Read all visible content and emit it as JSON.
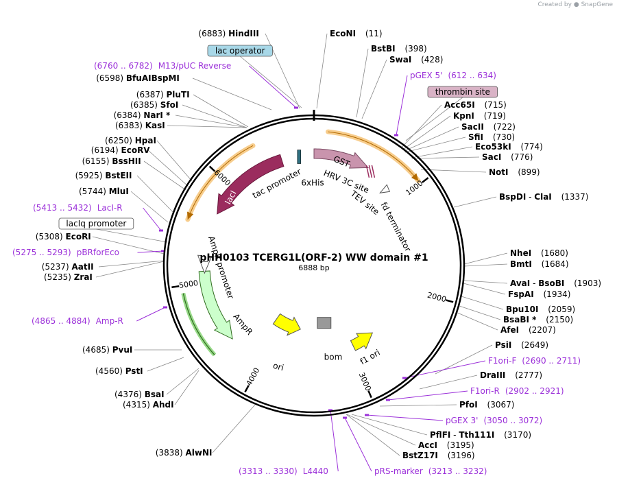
{
  "badge": {
    "created_by": "Created by",
    "brand": "SnapGene"
  },
  "plasmid": {
    "name": "pHH0103 TCERG1L(ORF-2) WW domain #1",
    "size_label": "6888 bp",
    "length": 6888
  },
  "colors": {
    "backbone": "#000000",
    "enzyme": "#000000",
    "primer": "#9b30d9",
    "GST": "#c994ad",
    "lacI": "#9b2c5e",
    "AmpR": "#ccffcc",
    "ori": "#ffff00",
    "f1_ori": "#ffff00",
    "promoter_glow": "#f5c070",
    "bom": "#999999",
    "lac_operator_badge": "#a8d8e8",
    "thrombin_badge": "#d9b3c6"
  },
  "ticks": [
    "1000",
    "2000",
    "3000",
    "4000",
    "5000",
    "6000"
  ],
  "features": [
    {
      "name": "GST",
      "label": "GST"
    },
    {
      "name": "lacI",
      "label": "lacI"
    },
    {
      "name": "AmpR",
      "label": "AmpR"
    },
    {
      "name": "ori",
      "label": "ori"
    },
    {
      "name": "f1 ori",
      "label": "f1 ori"
    },
    {
      "name": "bom",
      "label": "bom"
    },
    {
      "name": "tac promoter",
      "label": "tac promoter"
    },
    {
      "name": "AmpR promoter",
      "label": "AmpR promoter"
    },
    {
      "name": "6xHis",
      "label": "6xHis"
    },
    {
      "name": "HRV 3C site",
      "label": "HRV 3C site"
    },
    {
      "name": "TEV site",
      "label": "TEV site"
    },
    {
      "name": "fd terminator",
      "label": "fd terminator"
    }
  ],
  "boxed_features": [
    {
      "label": "lac operator",
      "style": "blue"
    },
    {
      "label": "thrombin site",
      "style": "pink"
    },
    {
      "label": "lacIq promoter",
      "style": "white"
    }
  ],
  "enzymes": [
    {
      "pos": "(6883)",
      "name": "HindIII",
      "side": "left"
    },
    {
      "pos": "(11)",
      "name": "EcoNI",
      "side": "right"
    },
    {
      "pos": "(398)",
      "name": "BstBI",
      "side": "right"
    },
    {
      "pos": "(428)",
      "name": "SwaI",
      "side": "right"
    },
    {
      "pos": "(715)",
      "name": "Acc65I",
      "side": "right"
    },
    {
      "pos": "(719)",
      "name": "KpnI",
      "side": "right"
    },
    {
      "pos": "(722)",
      "name": "SacII",
      "side": "right"
    },
    {
      "pos": "(730)",
      "name": "SfiI",
      "side": "right"
    },
    {
      "pos": "(774)",
      "name": "Eco53kI",
      "side": "right"
    },
    {
      "pos": "(776)",
      "name": "SacI",
      "side": "right"
    },
    {
      "pos": "(899)",
      "name": "NotI",
      "side": "right"
    },
    {
      "pos": "(1337)",
      "name": "BspDI",
      "name2": "ClaI",
      "side": "right"
    },
    {
      "pos": "(1680)",
      "name": "NheI",
      "side": "right"
    },
    {
      "pos": "(1684)",
      "name": "BmtI",
      "side": "right"
    },
    {
      "pos": "(1903)",
      "name": "AvaI",
      "name2": "BsoBI",
      "side": "right"
    },
    {
      "pos": "(1934)",
      "name": "FspAI",
      "side": "right"
    },
    {
      "pos": "(2059)",
      "name": "Bpu10I",
      "side": "right"
    },
    {
      "pos": "(2150)",
      "name": "BsaBI *",
      "side": "right"
    },
    {
      "pos": "(2207)",
      "name": "AfeI",
      "side": "right"
    },
    {
      "pos": "(2649)",
      "name": "PsiI",
      "side": "right"
    },
    {
      "pos": "(2777)",
      "name": "DraIII",
      "side": "right"
    },
    {
      "pos": "(3067)",
      "name": "PfoI",
      "side": "right"
    },
    {
      "pos": "(3170)",
      "name": "PflFI",
      "name2": "Tth111I",
      "side": "right"
    },
    {
      "pos": "(3195)",
      "name": "AccI",
      "side": "right"
    },
    {
      "pos": "(3196)",
      "name": "BstZ17I",
      "side": "right"
    },
    {
      "pos": "(3838)",
      "name": "AlwNI",
      "side": "left"
    },
    {
      "pos": "(4315)",
      "name": "AhdI",
      "side": "left"
    },
    {
      "pos": "(4376)",
      "name": "BsaI",
      "side": "left"
    },
    {
      "pos": "(4560)",
      "name": "PstI",
      "side": "left"
    },
    {
      "pos": "(4685)",
      "name": "PvuI",
      "side": "left"
    },
    {
      "pos": "(5235)",
      "name": "ZraI",
      "side": "left"
    },
    {
      "pos": "(5237)",
      "name": "AatII",
      "side": "left"
    },
    {
      "pos": "(5308)",
      "name": "EcoRI",
      "side": "left"
    },
    {
      "pos": "(5744)",
      "name": "MluI",
      "side": "left"
    },
    {
      "pos": "(5925)",
      "name": "BstEII",
      "side": "left"
    },
    {
      "pos": "(6155)",
      "name": "BssHII",
      "side": "left"
    },
    {
      "pos": "(6194)",
      "name": "EcoRV",
      "side": "left"
    },
    {
      "pos": "(6250)",
      "name": "HpaI",
      "side": "left"
    },
    {
      "pos": "(6383)",
      "name": "KasI",
      "side": "left"
    },
    {
      "pos": "(6384)",
      "name": "NarI *",
      "side": "left"
    },
    {
      "pos": "(6385)",
      "name": "SfoI",
      "side": "left"
    },
    {
      "pos": "(6387)",
      "name": "PluTI",
      "side": "left"
    },
    {
      "pos": "(6598)",
      "name": "BfuAI",
      "name2": "BspMI",
      "side": "left"
    }
  ],
  "primers": [
    {
      "range": "(6760 .. 6782)",
      "name": "M13/pUC Reverse"
    },
    {
      "range": "(612 .. 634)",
      "name": "pGEX 5'"
    },
    {
      "range": "(5413 .. 5432)",
      "name": "LacI-R"
    },
    {
      "range": "(5275 .. 5293)",
      "name": "pBRforEco"
    },
    {
      "range": "(4865 .. 4884)",
      "name": "Amp-R"
    },
    {
      "range": "(2690 .. 2711)",
      "name": "F1ori-F"
    },
    {
      "range": "(2902 .. 2921)",
      "name": "F1ori-R"
    },
    {
      "range": "(3050 .. 3072)",
      "name": "pGEX 3'"
    },
    {
      "range": "(3213 .. 3232)",
      "name": "pRS-marker"
    },
    {
      "range": "(3313 .. 3330)",
      "name": "L4440"
    }
  ]
}
